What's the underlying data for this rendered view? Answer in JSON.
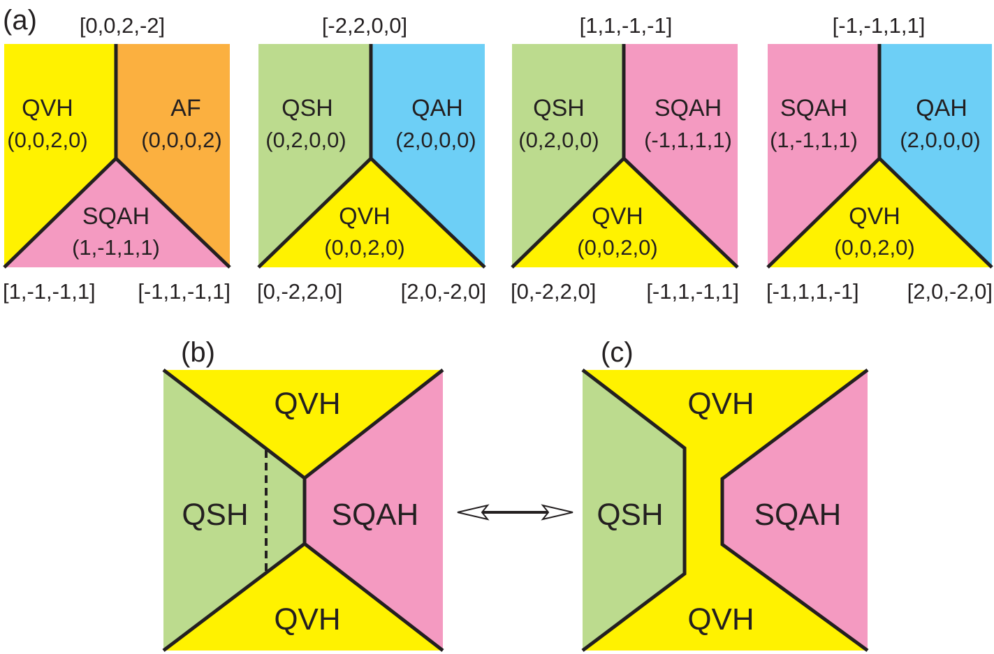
{
  "colors": {
    "QVH": "#fff200",
    "AF": "#fbb040",
    "SQAH": "#f49ac1",
    "QSH": "#bcdb8e",
    "QAH": "#6dcff6",
    "line": "#231f20"
  },
  "panel_a": {
    "label": "(a)",
    "junctions": [
      {
        "top": "[0,0,2,-2]",
        "bottom_left": "[1,-1,-1,1]",
        "bottom_right": "[-1,1,-1,1]",
        "left_region": {
          "name": "QVH",
          "vector": "(0,0,2,0)",
          "color": "QVH"
        },
        "right_region": {
          "name": "AF",
          "vector": "(0,0,0,2)",
          "color": "AF"
        },
        "bottom_region": {
          "name": "SQAH",
          "vector": "(1,-1,1,1)",
          "color": "SQAH"
        }
      },
      {
        "top": "[-2,2,0,0]",
        "bottom_left": "[0,-2,2,0]",
        "bottom_right": "[2,0,-2,0]",
        "left_region": {
          "name": "QSH",
          "vector": "(0,2,0,0)",
          "color": "QSH"
        },
        "right_region": {
          "name": "QAH",
          "vector": "(2,0,0,0)",
          "color": "QAH"
        },
        "bottom_region": {
          "name": "QVH",
          "vector": "(0,0,2,0)",
          "color": "QVH"
        }
      },
      {
        "top": "[1,1,-1,-1]",
        "bottom_left": "[0,-2,2,0]",
        "bottom_right": "[-1,1,-1,1]",
        "left_region": {
          "name": "QSH",
          "vector": "(0,2,0,0)",
          "color": "QSH"
        },
        "right_region": {
          "name": "SQAH",
          "vector": "(-1,1,1,1)",
          "color": "SQAH"
        },
        "bottom_region": {
          "name": "QVH",
          "vector": "(0,0,2,0)",
          "color": "QVH"
        }
      },
      {
        "top": "[-1,-1,1,1]",
        "bottom_left": "[-1,1,1,-1]",
        "bottom_right": "[2,0,-2,0]",
        "left_region": {
          "name": "SQAH",
          "vector": "(1,-1,1,1)",
          "color": "SQAH"
        },
        "right_region": {
          "name": "QAH",
          "vector": "(2,0,0,0)",
          "color": "QAH"
        },
        "bottom_region": {
          "name": "QVH",
          "vector": "(0,0,2,0)",
          "color": "QVH"
        }
      }
    ]
  },
  "panel_b": {
    "label": "(b)",
    "top_region": "QVH",
    "bottom_region": "QVH",
    "left_region": "QSH",
    "right_region": "SQAH"
  },
  "panel_c": {
    "label": "(c)",
    "top_region": "QVH",
    "bottom_region": "QVH",
    "left_region": "QSH",
    "right_region": "SQAH"
  },
  "arrow_icon": "double-headed-arrow-icon"
}
